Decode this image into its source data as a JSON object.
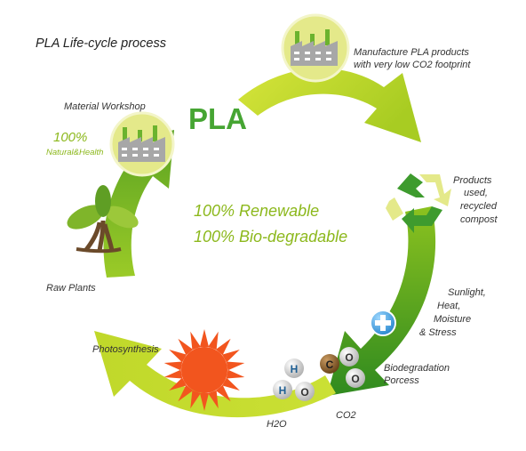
{
  "diagram": {
    "title": "PLA Life-cycle process",
    "center_label": "PLA",
    "center_line1": "100% Renewable",
    "center_line2": "100% Bio-degradable",
    "steps": {
      "manufacture": [
        "Manufacture PLA products",
        "with very low CO2 footprint"
      ],
      "products": [
        "Products",
        "used,",
        "recycled",
        "compost"
      ],
      "sunlight": [
        "Sunlight,",
        "Heat,",
        "Moisture",
        "& Stress"
      ],
      "biodegradation": [
        "Biodegradation",
        "Porcess"
      ],
      "h2o": "H2O",
      "co2": "CO2",
      "photosynthesis": "Photosynthesis",
      "raw_plants": "Raw Plants",
      "material_workshop": "Material Workshop",
      "natural_percent": "100%",
      "natural_health": "Natural&Health"
    },
    "molecules": {
      "water": [
        "H",
        "H",
        "O"
      ],
      "carbon_dioxide": [
        "C",
        "O",
        "O"
      ]
    },
    "colors": {
      "lime": "#c8dc28",
      "green": "#7fb11c",
      "dark_green": "#3e8c1e",
      "text_green": "#8cb81c",
      "pla_green": "#46a533",
      "sun": "#f2551e",
      "factory_circle": "#e6ea8a"
    }
  }
}
